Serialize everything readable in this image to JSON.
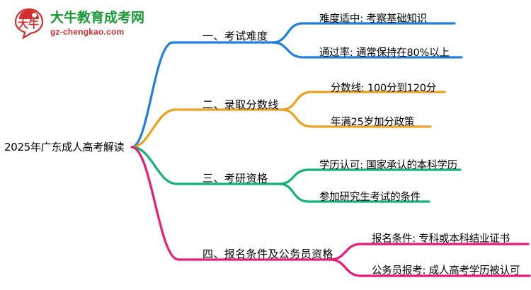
{
  "logo": {
    "mark_text": "大牛",
    "name_cn": "大牛教育成考网",
    "name_en": "gz-chengkao.com",
    "colors": {
      "green": "#1a9a36",
      "red": "#d32f2f"
    }
  },
  "mindmap": {
    "root": {
      "label": "2025年广东成人高考解读"
    },
    "branch_colors": {
      "blue": "#1f7fe0",
      "orange": "#eda01c",
      "green": "#11b277",
      "pink": "#ec1a74"
    },
    "branches": [
      {
        "id": "branch-1",
        "label": "一、考试难度",
        "color": "#1f7fe0",
        "leaves": [
          {
            "id": "leaf-1-1",
            "label": "难度适中: 考察基础知识"
          },
          {
            "id": "leaf-1-2",
            "label": "通过率: 通常保持在80%以上"
          }
        ]
      },
      {
        "id": "branch-2",
        "label": "二、录取分数线",
        "color": "#eda01c",
        "leaves": [
          {
            "id": "leaf-2-1",
            "label": "分数线: 100分到120分"
          },
          {
            "id": "leaf-2-2",
            "label": "年满25岁加分政策"
          }
        ]
      },
      {
        "id": "branch-3",
        "label": "三、考研资格",
        "color": "#11b277",
        "leaves": [
          {
            "id": "leaf-3-1",
            "label": "学历认可: 国家承认的本科学历"
          },
          {
            "id": "leaf-3-2",
            "label": "参加研究生考试的条件"
          }
        ]
      },
      {
        "id": "branch-4",
        "label": "四、报名条件及公务员资格",
        "color": "#ec1a74",
        "leaves": [
          {
            "id": "leaf-4-1",
            "label": "报名条件: 专科或本科结业证书"
          },
          {
            "id": "leaf-4-2",
            "label": "公务员报考: 成人高考学历被认可"
          }
        ]
      }
    ]
  }
}
